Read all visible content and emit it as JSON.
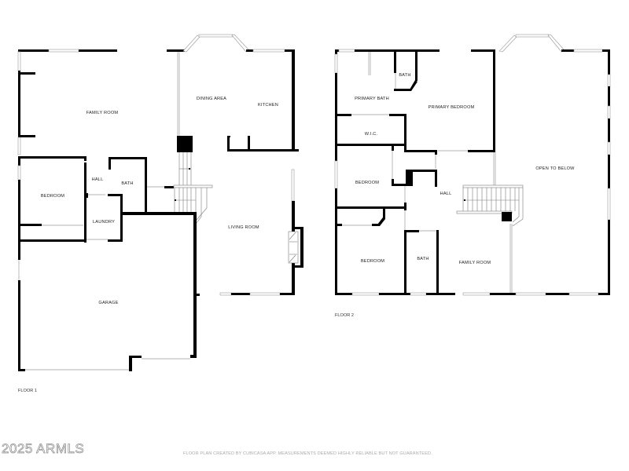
{
  "floor1": {
    "label": "FLOOR 1",
    "rooms": {
      "family_room": "FAMILY ROOM",
      "dining_area": "DINING AREA",
      "kitchen": "KITCHEN",
      "hall": "HALL",
      "bath": "BATH",
      "bedroom": "BEDROOM",
      "laundry": "LAUNDRY",
      "living_room": "LIVING ROOM",
      "garage": "GARAGE"
    }
  },
  "floor2": {
    "label": "FLOOR 2",
    "rooms": {
      "bath_top": "BATH",
      "primary_bath": "PRIMARY BATH",
      "primary_bedroom": "PRIMARY BEDROOM",
      "wic": "W.I.C.",
      "bedroom_mid": "BEDROOM",
      "hall": "HALL",
      "open_to_below": "OPEN TO BELOW",
      "bedroom_bottom": "BEDROOM",
      "bath_bottom": "BATH",
      "family_room": "FAMILY ROOM"
    }
  },
  "footer": {
    "watermark": "2025 ARMLS",
    "disclaimer": "FLOOR PLAN CREATED BY CUBICASA APP. MEASUREMENTS DEEMED HIGHLY RELIABLE BUT NOT GUARANTEED."
  }
}
